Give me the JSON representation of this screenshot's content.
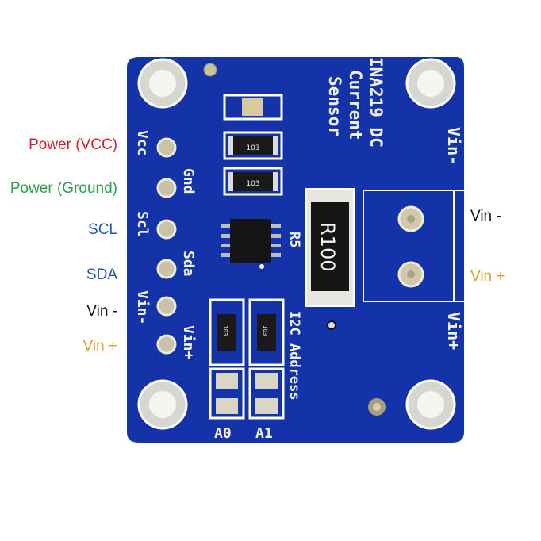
{
  "colors": {
    "board": "#1433a8",
    "vcc": "#d3202e",
    "ground": "#2f9a4c",
    "i2c": "#2b57a8",
    "vin_minus": "#111111",
    "vin_plus": "#d9a128"
  },
  "left_labels": [
    {
      "text": "Power (VCC)",
      "color": "#d3202e"
    },
    {
      "text": "Power (Ground)",
      "color": "#2f9a4c"
    },
    {
      "text": "SCL",
      "color": "#2b57a8"
    },
    {
      "text": "SDA",
      "color": "#2b57a8"
    },
    {
      "text": "Vin -",
      "color": "#111111"
    },
    {
      "text": "Vin +",
      "color": "#d9a128"
    }
  ],
  "right_labels": [
    {
      "text": "Vin -",
      "color": "#111111"
    },
    {
      "text": "Vin +",
      "color": "#d9a128"
    }
  ],
  "board": {
    "title_line1": "INA219 DC",
    "title_line2": "Current",
    "title_line3": "Sensor",
    "pins_left": [
      "Vcc",
      "Scl",
      "Vin-"
    ],
    "pins_right": [
      "Gnd",
      "Sda",
      "Vin+"
    ],
    "terminal_top": "Vin-",
    "terminal_bottom": "Vin+",
    "shunt_marking": "R100",
    "shunt_ref": "R5",
    "resistor_code": "103",
    "i2c_label": "I2C Address",
    "jumper_a0": "A0",
    "jumper_a1": "A1"
  }
}
